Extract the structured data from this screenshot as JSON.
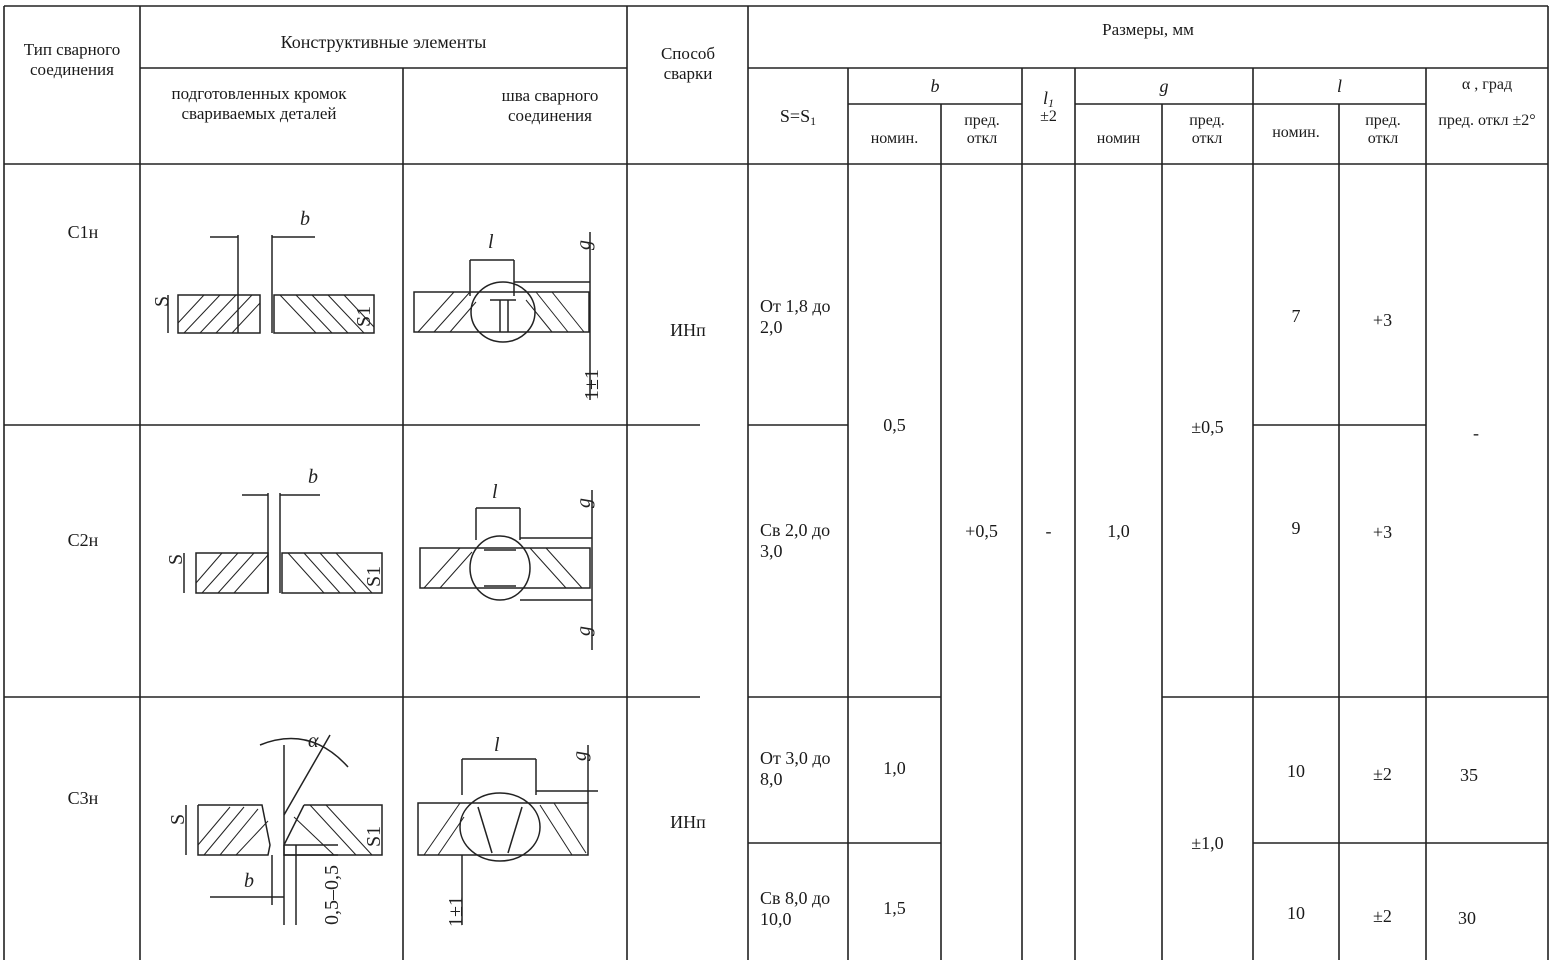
{
  "header": {
    "type_label": "Тип сварного соединения",
    "constructive_label": "Конструктивные элементы",
    "prepared_edges_label": "подготовленных кромок свариваемых деталей",
    "weld_seam_label": "шва сварного соединения",
    "method_label": "Способ сварки",
    "sizes_label": "Размеры, мм",
    "s_label": "S=S",
    "s_sub": "1",
    "b_label": "b",
    "l1_label": "l",
    "l1_sub": "1",
    "l1_tol": "±2",
    "g_label": "g",
    "l_label": "l",
    "alpha_label": "α , град",
    "nom_label": "номин.",
    "nom_g_label": "номин",
    "pred_label": "пред. откл",
    "alpha_pred_label": "пред. откл ±2°"
  },
  "drawing_labels": {
    "b": "b",
    "l": "l",
    "g": "g",
    "s": "S",
    "s1": "S1",
    "tol": "1±1",
    "alpha": "α",
    "gap": "0,5–0,5"
  },
  "rows": [
    {
      "type": "С1н",
      "method": "ИНп",
      "s_range": "От 1,8 до 2,0",
      "l_nom": "7",
      "l_pred": "+3"
    },
    {
      "type": "С2н",
      "s_range": "Св 2,0 до 3,0",
      "l_nom": "9",
      "l_pred": "+3"
    },
    {
      "type": "С3н",
      "method": "ИНп",
      "s_range": "От 3,0 до 8,0",
      "b_nom": "1,0",
      "l_nom": "10",
      "l_pred": "±2",
      "alpha": "35"
    },
    {
      "s_range": "Св 8,0 до 10,0",
      "b_nom": "1,5",
      "l_nom": "10",
      "l_pred": "±2",
      "alpha": "30"
    }
  ],
  "merged": {
    "b_nom_top": "0,5",
    "b_pred": "+0,5",
    "l1_value": "-",
    "g_nom": "1,0",
    "g_pred_top": "±0,5",
    "g_pred_bottom": "±1,0",
    "alpha_top": "-"
  }
}
